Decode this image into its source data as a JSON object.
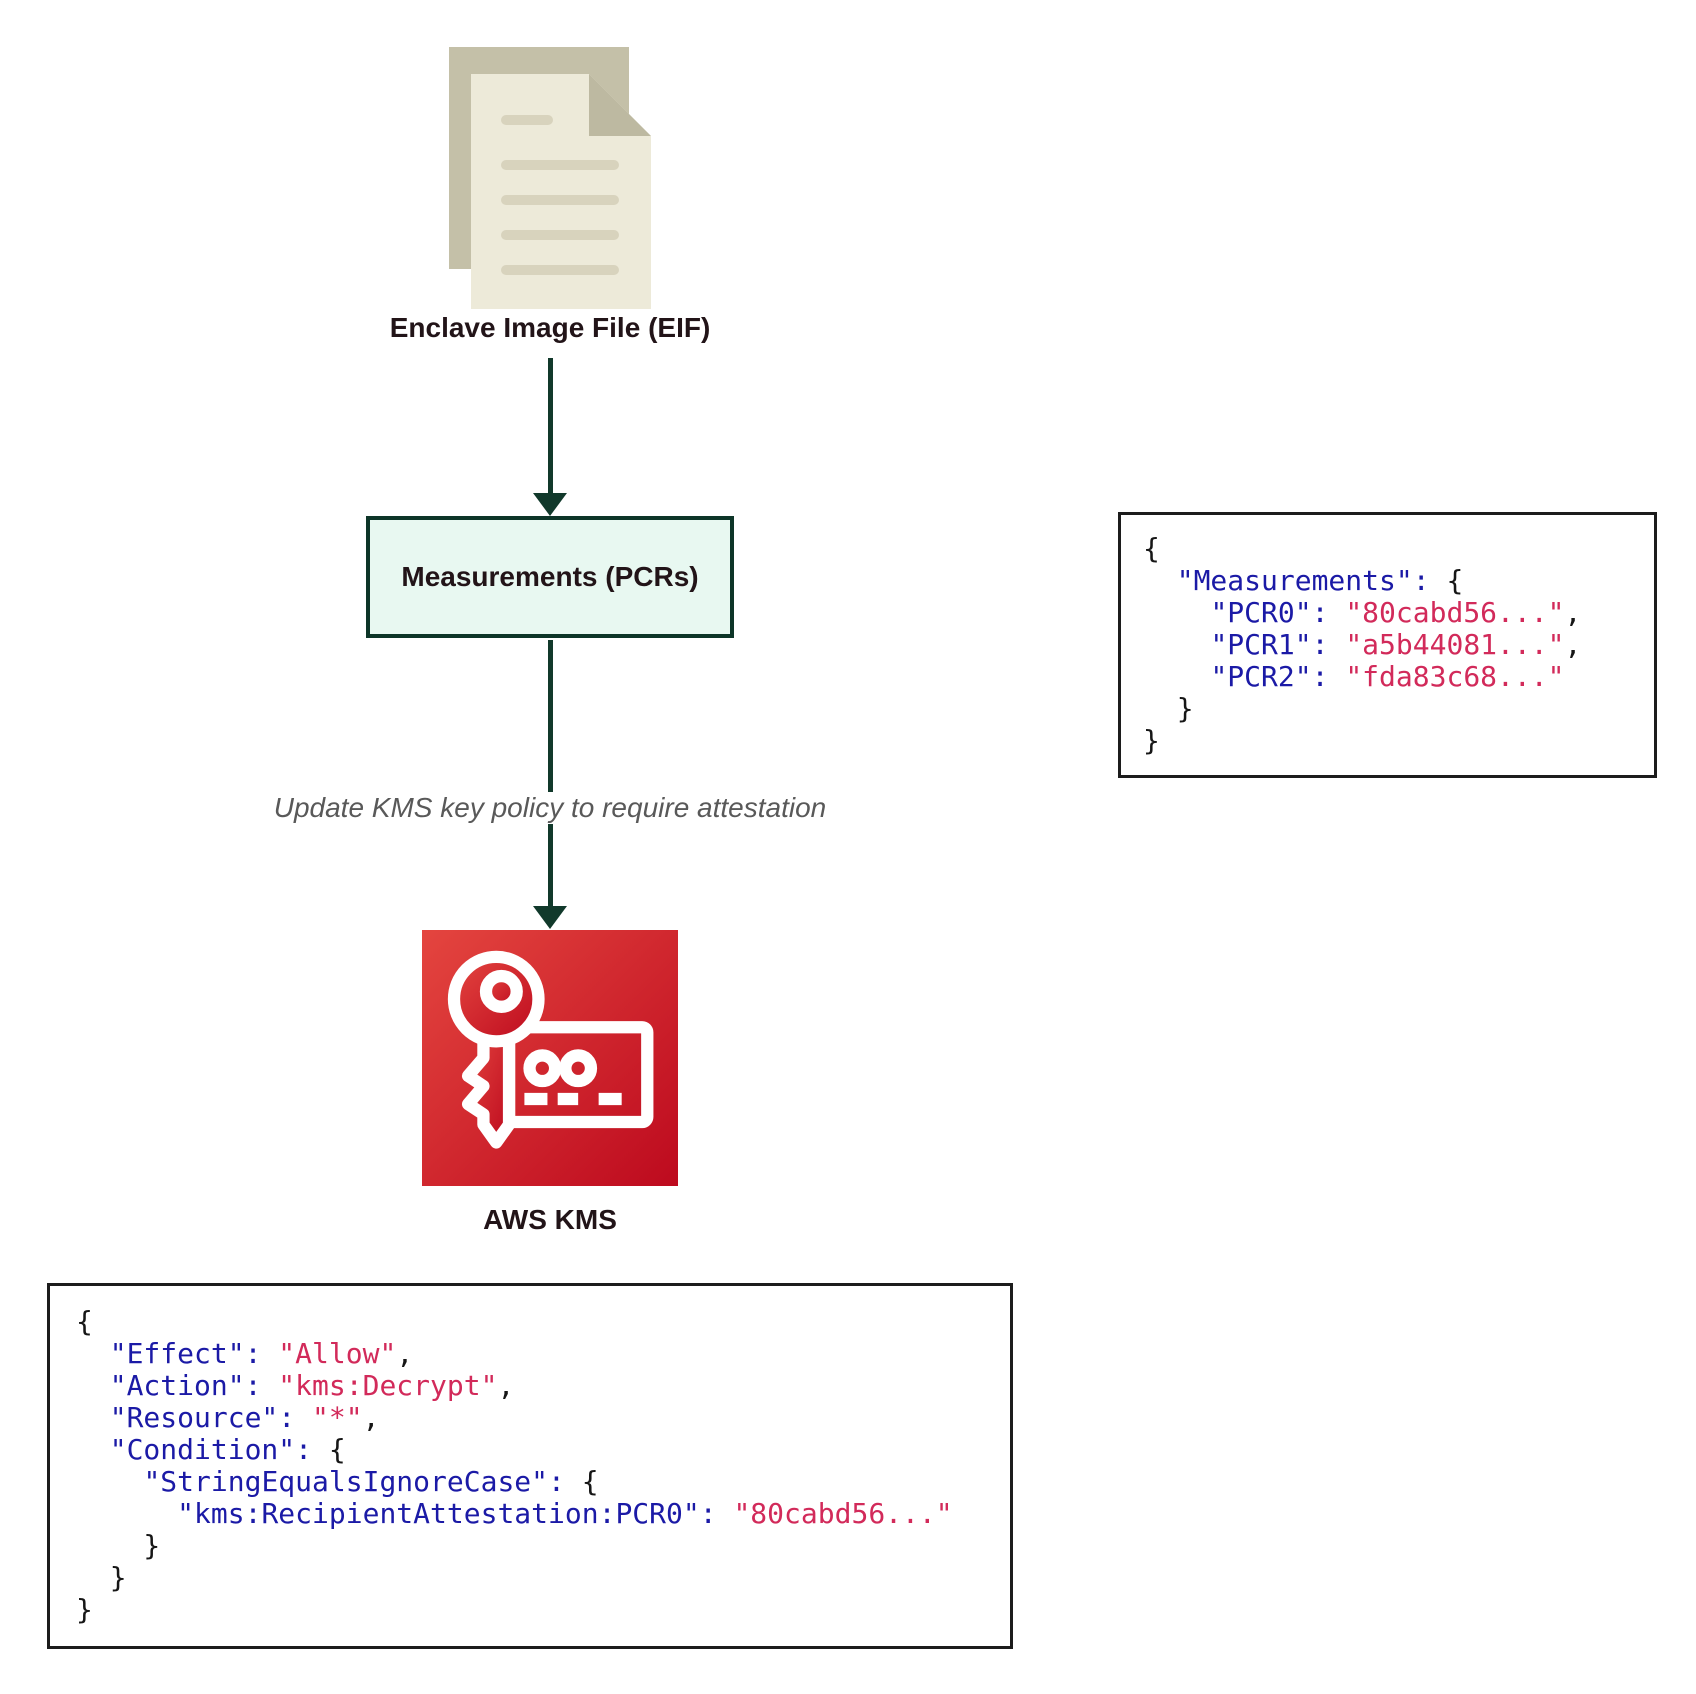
{
  "diagram": {
    "eif_label": "Enclave Image File (EIF)",
    "measurements_box_label": "Measurements (PCRs)",
    "arrow_label": "Update KMS key policy to require attestation",
    "kms_label": "AWS KMS"
  },
  "colors": {
    "arrow_green": "#11392b",
    "box_border": "#0d3528",
    "box_fill": "#e8f8f1",
    "label_text": "#221418",
    "muted_text": "#595959",
    "code_key": "#1b1aa6",
    "code_value": "#d22a5a",
    "code_plain": "#161616",
    "code_border": "#1c1c1c",
    "kms_red_start": "#e4453f",
    "kms_red_end": "#bd0a1e",
    "doc_back": "#c4c0a8",
    "doc_front": "#edead9",
    "doc_fold": "#bdb9a1",
    "doc_line": "#d8d3bd"
  },
  "code_blocks": {
    "measurements": {
      "lines": [
        [
          {
            "t": "{",
            "c": "p"
          }
        ],
        [
          {
            "t": "  ",
            "c": "p"
          },
          {
            "t": "\"Measurements\":",
            "c": "k"
          },
          {
            "t": " {",
            "c": "p"
          }
        ],
        [
          {
            "t": "    ",
            "c": "p"
          },
          {
            "t": "\"PCR0\":",
            "c": "k"
          },
          {
            "t": " ",
            "c": "p"
          },
          {
            "t": "\"80cabd56...\"",
            "c": "v"
          },
          {
            "t": ",",
            "c": "p"
          }
        ],
        [
          {
            "t": "    ",
            "c": "p"
          },
          {
            "t": "\"PCR1\":",
            "c": "k"
          },
          {
            "t": " ",
            "c": "p"
          },
          {
            "t": "\"a5b44081...\"",
            "c": "v"
          },
          {
            "t": ",",
            "c": "p"
          }
        ],
        [
          {
            "t": "    ",
            "c": "p"
          },
          {
            "t": "\"PCR2\":",
            "c": "k"
          },
          {
            "t": " ",
            "c": "p"
          },
          {
            "t": "\"fda83c68...\"",
            "c": "v"
          }
        ],
        [
          {
            "t": "  }",
            "c": "p"
          }
        ],
        [
          {
            "t": "}",
            "c": "p"
          }
        ]
      ]
    },
    "policy": {
      "lines": [
        [
          {
            "t": "{",
            "c": "p"
          }
        ],
        [
          {
            "t": "  ",
            "c": "p"
          },
          {
            "t": "\"Effect\":",
            "c": "k"
          },
          {
            "t": " ",
            "c": "p"
          },
          {
            "t": "\"Allow\"",
            "c": "v"
          },
          {
            "t": ",",
            "c": "p"
          }
        ],
        [
          {
            "t": "  ",
            "c": "p"
          },
          {
            "t": "\"Action\":",
            "c": "k"
          },
          {
            "t": " ",
            "c": "p"
          },
          {
            "t": "\"kms:Decrypt\"",
            "c": "v"
          },
          {
            "t": ",",
            "c": "p"
          }
        ],
        [
          {
            "t": "  ",
            "c": "p"
          },
          {
            "t": "\"Resource\":",
            "c": "k"
          },
          {
            "t": " ",
            "c": "p"
          },
          {
            "t": "\"*\"",
            "c": "v"
          },
          {
            "t": ",",
            "c": "p"
          }
        ],
        [
          {
            "t": "  ",
            "c": "p"
          },
          {
            "t": "\"Condition\":",
            "c": "k"
          },
          {
            "t": " {",
            "c": "p"
          }
        ],
        [
          {
            "t": "    ",
            "c": "p"
          },
          {
            "t": "\"StringEqualsIgnoreCase\":",
            "c": "k"
          },
          {
            "t": " {",
            "c": "p"
          }
        ],
        [
          {
            "t": "      ",
            "c": "p"
          },
          {
            "t": "\"kms:RecipientAttestation:PCR0\":",
            "c": "k"
          },
          {
            "t": " ",
            "c": "p"
          },
          {
            "t": "\"80cabd56...\"",
            "c": "v"
          }
        ],
        [
          {
            "t": "    }",
            "c": "p"
          }
        ],
        [
          {
            "t": "  }",
            "c": "p"
          }
        ],
        [
          {
            "t": "}",
            "c": "p"
          }
        ]
      ]
    }
  }
}
